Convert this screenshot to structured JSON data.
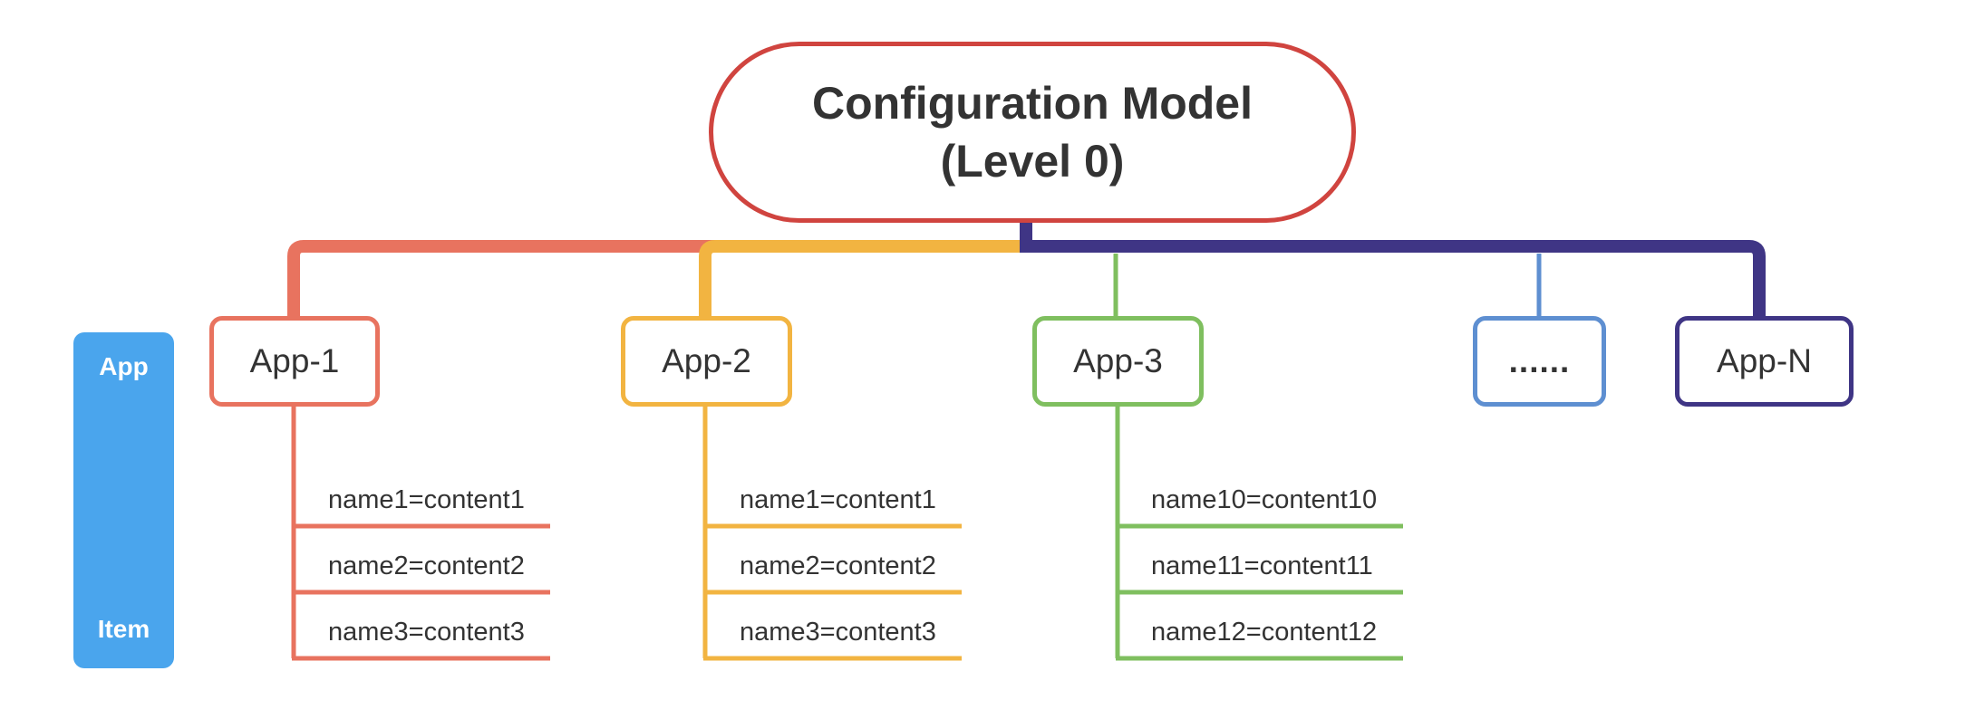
{
  "root": {
    "line1": "Configuration Model",
    "line2": "(Level 0)",
    "color": "#d0443f"
  },
  "legend": {
    "top_label": "App",
    "bottom_label": "Item",
    "color": "#4aa5ed"
  },
  "apps": [
    {
      "label": "App-1",
      "color": "#e8735f",
      "items": [
        "name1=content1",
        "name2=content2",
        "name3=content3"
      ]
    },
    {
      "label": "App-2",
      "color": "#f2b441",
      "items": [
        "name1=content1",
        "name2=content2",
        "name3=content3"
      ]
    },
    {
      "label": "App-3",
      "color": "#7fbf5f",
      "items": [
        "name10=content10",
        "name11=content11",
        "name12=content12"
      ]
    },
    {
      "label": "......",
      "color": "#5e8fd1",
      "items": []
    },
    {
      "label": "App-N",
      "color": "#3f3585",
      "items": []
    }
  ]
}
